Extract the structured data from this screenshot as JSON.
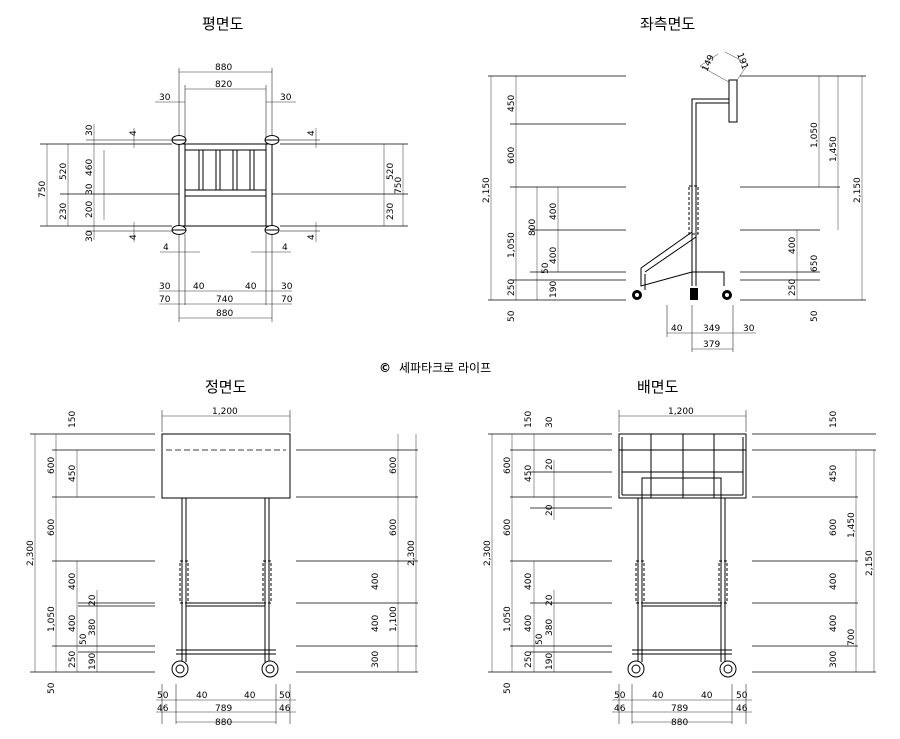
{
  "titles": {
    "plan": "평면도",
    "left_side": "좌측면도",
    "front": "정면도",
    "back": "배면도"
  },
  "caption": {
    "symbol": "©",
    "text": "세파타크로 라이프"
  },
  "plan": {
    "top": [
      "880",
      "820",
      "30",
      "30"
    ],
    "left": [
      "750",
      "520",
      "230",
      "30",
      "460",
      "30",
      "200",
      "30"
    ],
    "right": [
      "520",
      "230",
      "750"
    ],
    "small": [
      "4",
      "4",
      "4",
      "4",
      "4",
      "4"
    ],
    "bottom": [
      "30",
      "40",
      "40",
      "30",
      "70",
      "740",
      "70",
      "880"
    ]
  },
  "left_side": {
    "top": [
      "149",
      "191"
    ],
    "left": [
      "2,150",
      "450",
      "600",
      "1,050",
      "800",
      "400",
      "400",
      "50",
      "250",
      "190",
      "50"
    ],
    "right": [
      "1,050",
      "1,450",
      "2,150",
      "400",
      "650",
      "250",
      "50"
    ],
    "bottom": [
      "40",
      "349",
      "30",
      "379"
    ]
  },
  "front": {
    "top": [
      "1,200"
    ],
    "left": [
      "150",
      "600",
      "450",
      "600",
      "2,300",
      "400",
      "20",
      "1,050",
      "400",
      "50",
      "380",
      "250",
      "190",
      "50"
    ],
    "right": [
      "600",
      "600",
      "2,300",
      "400",
      "1,100",
      "400",
      "300"
    ],
    "bottom": [
      "50",
      "40",
      "40",
      "50",
      "46",
      "789",
      "46",
      "880"
    ]
  },
  "back": {
    "top": [
      "1,200"
    ],
    "left": [
      "150",
      "30",
      "600",
      "450",
      "20",
      "20",
      "600",
      "2,300",
      "400",
      "20",
      "1,050",
      "400",
      "50",
      "380",
      "250",
      "190",
      "50"
    ],
    "right": [
      "150",
      "450",
      "600",
      "1,450",
      "2,150",
      "400",
      "400",
      "700",
      "300"
    ],
    "bottom": [
      "50",
      "40",
      "40",
      "50",
      "46",
      "789",
      "46",
      "880"
    ]
  }
}
